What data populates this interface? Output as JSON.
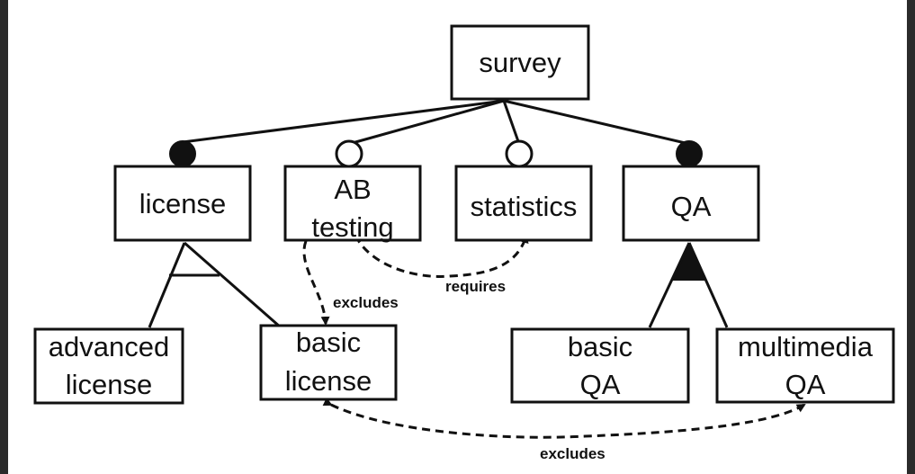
{
  "nodes": {
    "survey": [
      "survey"
    ],
    "license": [
      "license"
    ],
    "ab_testing": [
      "AB",
      "testing"
    ],
    "statistics": [
      "statistics"
    ],
    "qa": [
      "QA"
    ],
    "advanced_license": [
      "advanced",
      "license"
    ],
    "basic_license": [
      "basic",
      "license"
    ],
    "basic_qa": [
      "basic",
      "QA"
    ],
    "multimedia_qa": [
      "multimedia",
      "QA"
    ]
  },
  "relations": {
    "ab_requires_statistics": "requires",
    "ab_excludes_basic_license": "excludes",
    "basic_license_excludes_multimedia_qa": "excludes"
  }
}
